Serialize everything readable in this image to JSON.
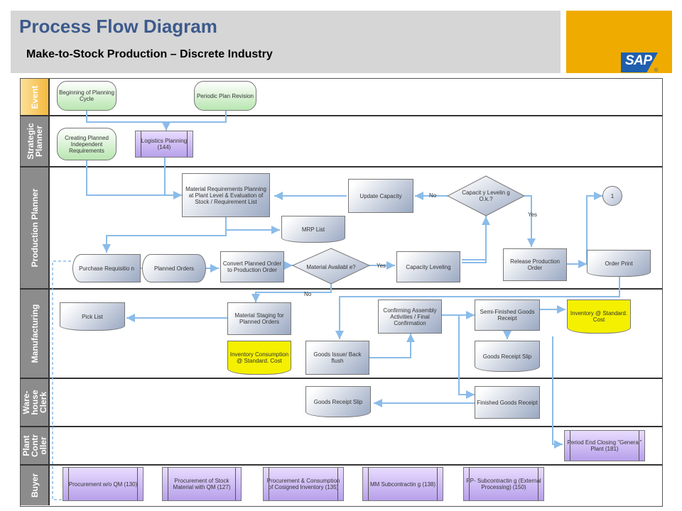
{
  "header": {
    "title": "Process Flow Diagram",
    "subtitle": "Make-to-Stock Production – Discrete Industry",
    "logo_text": "SAP",
    "logo_reg": "®"
  },
  "lanes": {
    "event": "Event",
    "strategic_planner": "Strategic Planner",
    "production_planner": "Production Planner",
    "manufacturing": "Manufacturing",
    "warehouse_clerk": "Ware-house Clerk",
    "plant_controller": "Plant Contr oller",
    "buyer": "Buyer"
  },
  "nodes": {
    "beginning_planning_cycle": "Beginning of Planning Cycle",
    "periodic_plan_revision": "Periodic Plan Revision",
    "creating_planned_requirements": "Creating Planned Independent Requirements",
    "logistics_planning": "Logistics Planning (144)",
    "mrp_at_plant": "Material Requirements Planning at Plant Level & Evaluation of Stock / Requirement List",
    "update_capacity": "Update Capacity",
    "capacity_leveling_ok": "Capacit y Levelin g O.k.?",
    "connector_1": "1",
    "mrp_list": "MRP List",
    "purchase_requisition": "Purchase Requisitio n",
    "planned_orders": "Planned Orders",
    "convert_planned_order": "Convert Planned Order to Production Order",
    "material_available": "Material Availabl e?",
    "capacity_leveling": "Capacity Leveling",
    "release_production_order": "Release Production Order",
    "order_print": "Order Print",
    "pick_list": "Pick List",
    "material_staging": "Material Staging for Planned Orders",
    "confirming_assembly": "Confirming Assembly Activities / Final Confirmation",
    "semi_finished_goods_receipt": "Semi-Finished Goods Receipt",
    "inventory_std_cost": "Inventory @ Standard. Cost",
    "inventory_consumption": "Inventory Consumption @ Standard. Cost",
    "goods_issue_backflush": "Goods Issue/ Back flush",
    "goods_receipt_slip_mfg": "Goods Receipt Slip",
    "goods_receipt_slip_wh": "Goods Receipt Slip",
    "finished_goods_receipt": "Finished Goods Receipt",
    "period_end_closing": "Period End Closing \"General\" Plant (181)",
    "procurement_wo_qm": "Procurement w/o QM (130)",
    "procurement_stock_material": "Procurement of Stock Material with QM (127)",
    "procurement_consignment": "Procurement & Consumption of Cosigned Inventory (135)",
    "mm_subcontracting": "MM Subcontractin g (138)",
    "pp_subcontracting": "PP- Subcontractin g (External Processing) (150)"
  },
  "edge_labels": {
    "no_capacity": "No",
    "yes_capacity": "Yes",
    "yes_material": "Yes",
    "no_material": "No"
  },
  "colors": {
    "title_blue": "#3c5a8c",
    "header_gray": "#d6d6d6",
    "sap_gold": "#f0ab00",
    "sap_blue": "#1f5fae",
    "lane_gray": "#8c8c8c",
    "connector_blue": "#8bbbe8",
    "event_green": "#b8e6b0",
    "subprocess_purple": "#b7a0ea",
    "inventory_yellow": "#f4f000"
  }
}
